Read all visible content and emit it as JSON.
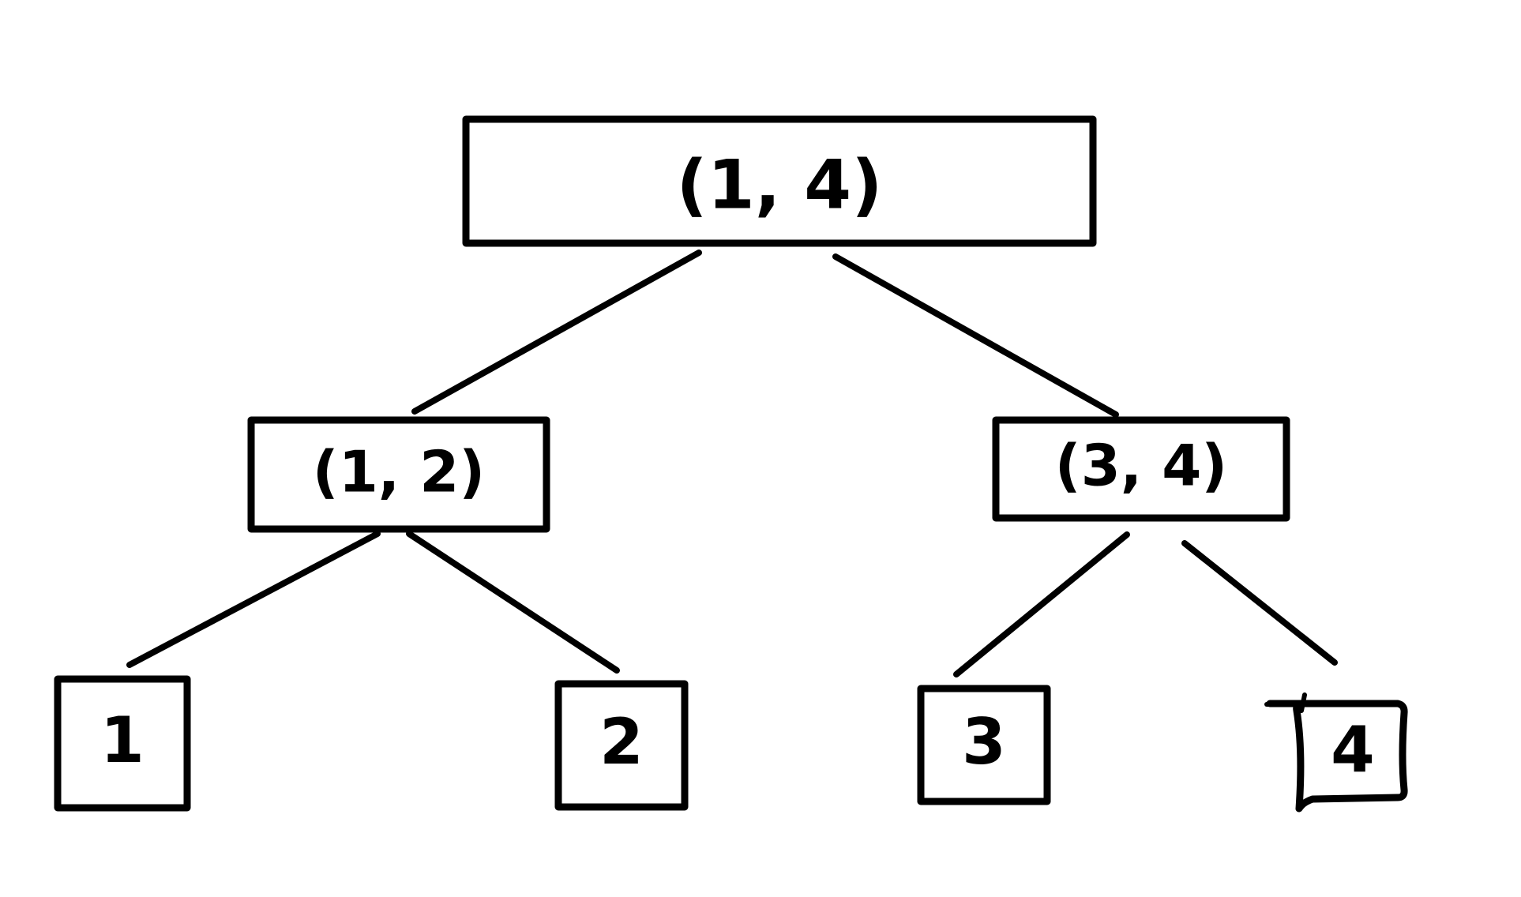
{
  "tree": {
    "root": {
      "label": "(1, 4)"
    },
    "left_child": {
      "label": "(1, 2)"
    },
    "right_child": {
      "label": "(3, 4)"
    },
    "leaves": [
      {
        "label": "1"
      },
      {
        "label": "2"
      },
      {
        "label": "3"
      },
      {
        "label": "4"
      }
    ]
  },
  "colors": {
    "stroke": "#000000",
    "background": "#ffffff"
  }
}
